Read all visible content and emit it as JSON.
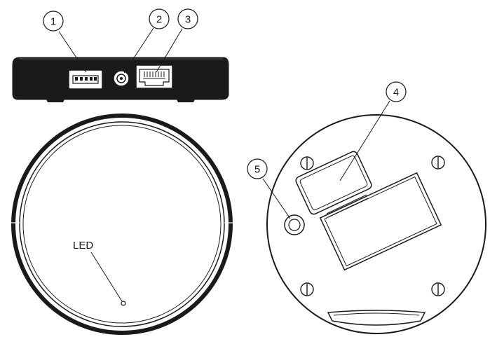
{
  "callouts": [
    {
      "id": "1",
      "label": "1"
    },
    {
      "id": "2",
      "label": "2"
    },
    {
      "id": "3",
      "label": "3"
    },
    {
      "id": "4",
      "label": "4"
    },
    {
      "id": "5",
      "label": "5"
    }
  ],
  "led_label": "LED",
  "colors": {
    "stroke": "#1a1a1a",
    "body_fill": "#ffffff",
    "device_side_fill": "#1a1a1a"
  }
}
